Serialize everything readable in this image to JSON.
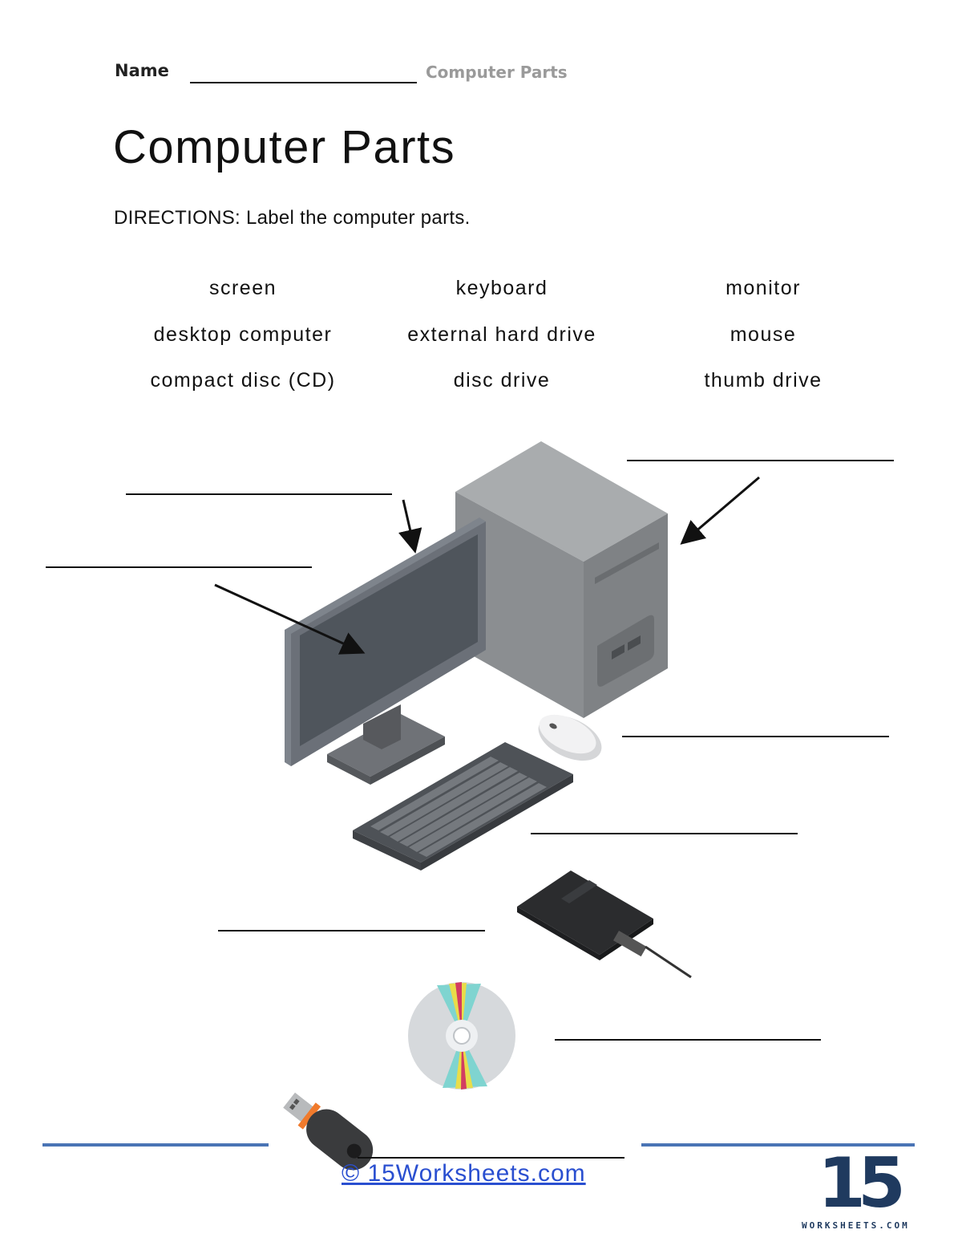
{
  "header": {
    "name_label": "Name",
    "subtitle": "Computer Parts"
  },
  "title": "Computer Parts",
  "directions": "DIRECTIONS: Label the computer parts.",
  "word_bank": [
    [
      "screen",
      "keyboard",
      "monitor"
    ],
    [
      "desktop computer",
      "external hard drive",
      "mouse"
    ],
    [
      "compact disc (CD)",
      "disc drive",
      "thumb drive"
    ]
  ],
  "footer": {
    "link_text": "© 15Worksheets.com",
    "logo_number": "15",
    "logo_word": "WORKSHEETS.COM"
  },
  "colors": {
    "accent_blue": "#4a74b5",
    "link_blue": "#2a4fd0",
    "logo_navy": "#1f3a5f"
  }
}
